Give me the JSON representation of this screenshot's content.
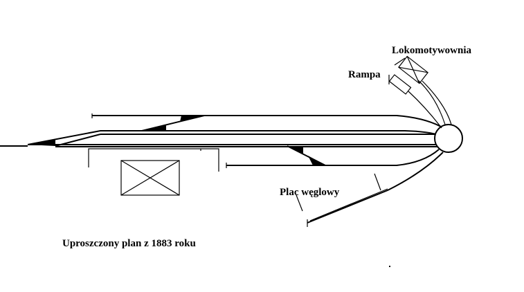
{
  "labels": {
    "engine_shed": "Lokomotywownia",
    "ramp": "Rampa",
    "coal_yard": "Plac węglowy",
    "caption": "Uproszczony plan z 1883 roku"
  }
}
